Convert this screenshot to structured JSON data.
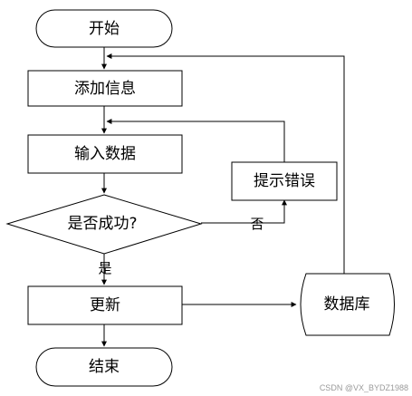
{
  "nodes": {
    "start": "开始",
    "add_info": "添加信息",
    "input_data": "输入数据",
    "decision": "是否成功?",
    "show_error": "提示错误",
    "update": "更新",
    "database": "数据库",
    "end": "结束"
  },
  "edges": {
    "no": "否",
    "yes": "是"
  },
  "watermark": "CSDN @VX_BYDZ1988"
}
